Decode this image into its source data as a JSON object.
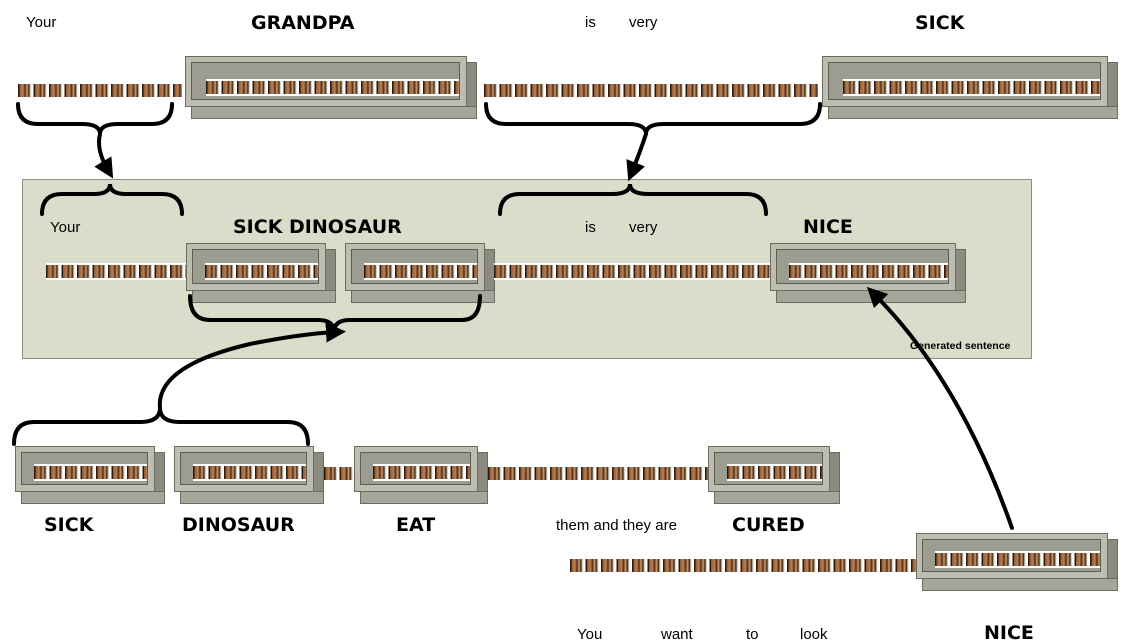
{
  "row1": {
    "your": "Your",
    "grandpa": "GRANDPA",
    "is": "is",
    "very": "very",
    "sick": "SICK"
  },
  "panel": {
    "your": "Your",
    "sick_dinosaur": "SICK DINOSAUR",
    "is": "is",
    "very": "very",
    "nice": "NICE",
    "caption": "Generated sentence"
  },
  "row3": {
    "sick": "SICK",
    "dinosaur": "DINOSAUR",
    "eat": "EAT",
    "them_and_they_are": "them and they are",
    "cured": "CURED"
  },
  "row4": {
    "you": "You",
    "want": "want",
    "to": "to",
    "look": "look",
    "nice": "NICE"
  }
}
